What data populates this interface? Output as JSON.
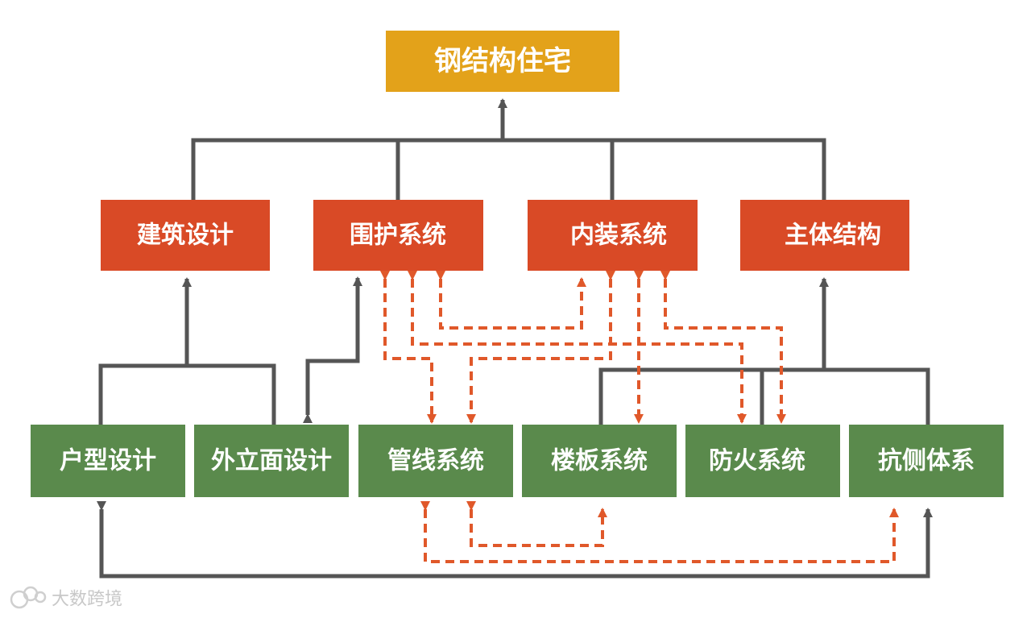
{
  "colors": {
    "top": "#e3a21a",
    "level2": "#d94a26",
    "level3": "#5a8a4c",
    "solid_connector": "#555555",
    "dashed_connector": "#e0582a",
    "text": "#ffffff"
  },
  "top": {
    "label": "钢结构住宅"
  },
  "level2": [
    {
      "label": "建筑设计"
    },
    {
      "label": "围护系统"
    },
    {
      "label": "内装系统"
    },
    {
      "label": "主体结构"
    }
  ],
  "level3": [
    {
      "label": "户型设计"
    },
    {
      "label": "外立面设计"
    },
    {
      "label": "管线系统"
    },
    {
      "label": "楼板系统"
    },
    {
      "label": "防火系统"
    },
    {
      "label": "抗侧体系"
    }
  ],
  "watermark": {
    "text": "大数跨境",
    "icon": "watermark-logo-icon"
  }
}
